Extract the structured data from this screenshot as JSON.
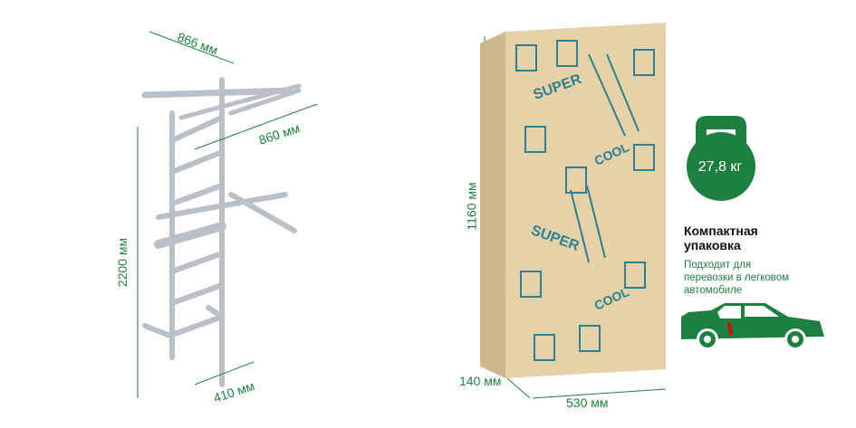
{
  "colors": {
    "accent": "#1e8040",
    "box": "#e6d2a8",
    "pattern": "#2f7f92",
    "ladder": "#b9c0c6"
  },
  "ladder": {
    "height_label": "2200 мм",
    "depth_label": "866 мм",
    "width_label": "860 мм",
    "base_label": "410 мм"
  },
  "package": {
    "height_label": "1160 мм",
    "depth_label": "140 мм",
    "width_label": "530 мм",
    "stickers": [
      "SUPER",
      "COOL",
      "SUPER",
      "COOL"
    ]
  },
  "weight": {
    "label": "27,8 кг",
    "icon": "kettlebell-icon"
  },
  "compact": {
    "title_line1": "Компактная",
    "title_line2": "упаковка",
    "desc_line1": "Подходит для",
    "desc_line2": "перевозки в легковом",
    "desc_line3": "автомобиле",
    "icon": "car-icon"
  }
}
